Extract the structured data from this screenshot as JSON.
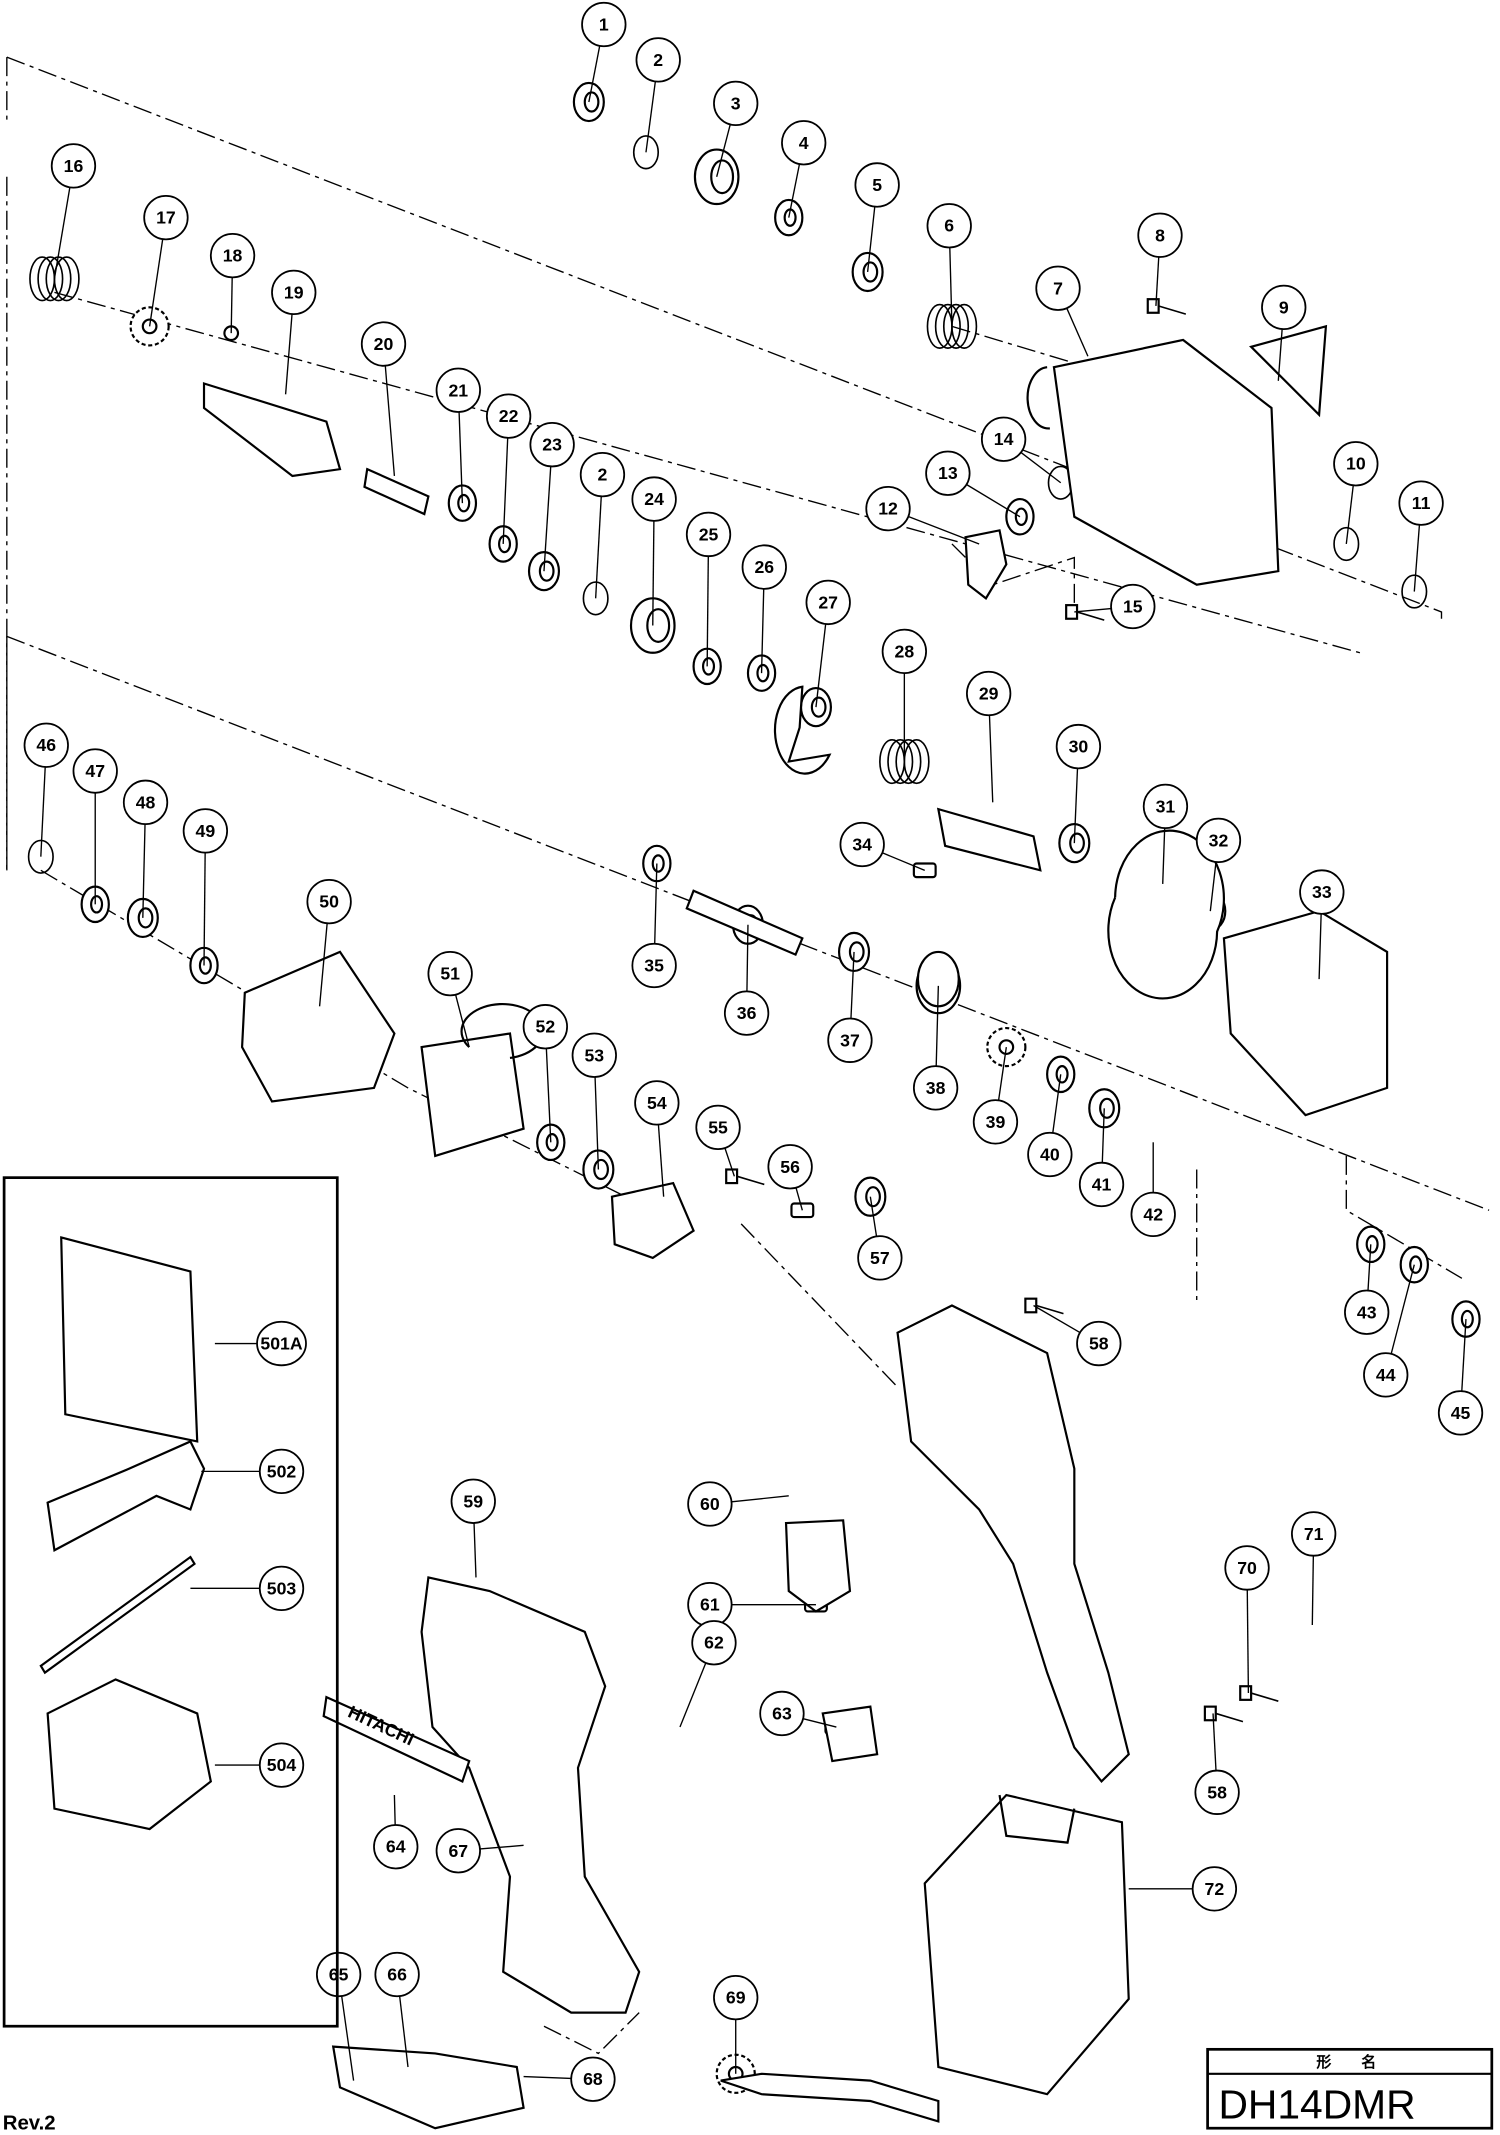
{
  "document": {
    "model_header": "形　　名",
    "model_name": "DH14DMR",
    "revision": "Rev.2",
    "logo_text": "HITACHI"
  },
  "callouts": [
    "1",
    "2",
    "3",
    "4",
    "5",
    "6",
    "7",
    "8",
    "9",
    "10",
    "11",
    "12",
    "13",
    "14",
    "15",
    "16",
    "17",
    "18",
    "19",
    "20",
    "21",
    "22",
    "23",
    "2",
    "24",
    "25",
    "26",
    "27",
    "28",
    "29",
    "30",
    "31",
    "32",
    "33",
    "34",
    "35",
    "36",
    "37",
    "38",
    "39",
    "40",
    "41",
    "42",
    "43",
    "44",
    "45",
    "46",
    "47",
    "48",
    "49",
    "50",
    "51",
    "52",
    "53",
    "54",
    "55",
    "56",
    "57",
    "58",
    "58",
    "59",
    "60",
    "61",
    "62",
    "63",
    "64",
    "65",
    "66",
    "67",
    "68",
    "69",
    "70",
    "71",
    "72",
    "501A",
    "502",
    "503",
    "504"
  ],
  "accessories_box": {
    "items": [
      "501A",
      "502",
      "503",
      "504"
    ]
  }
}
